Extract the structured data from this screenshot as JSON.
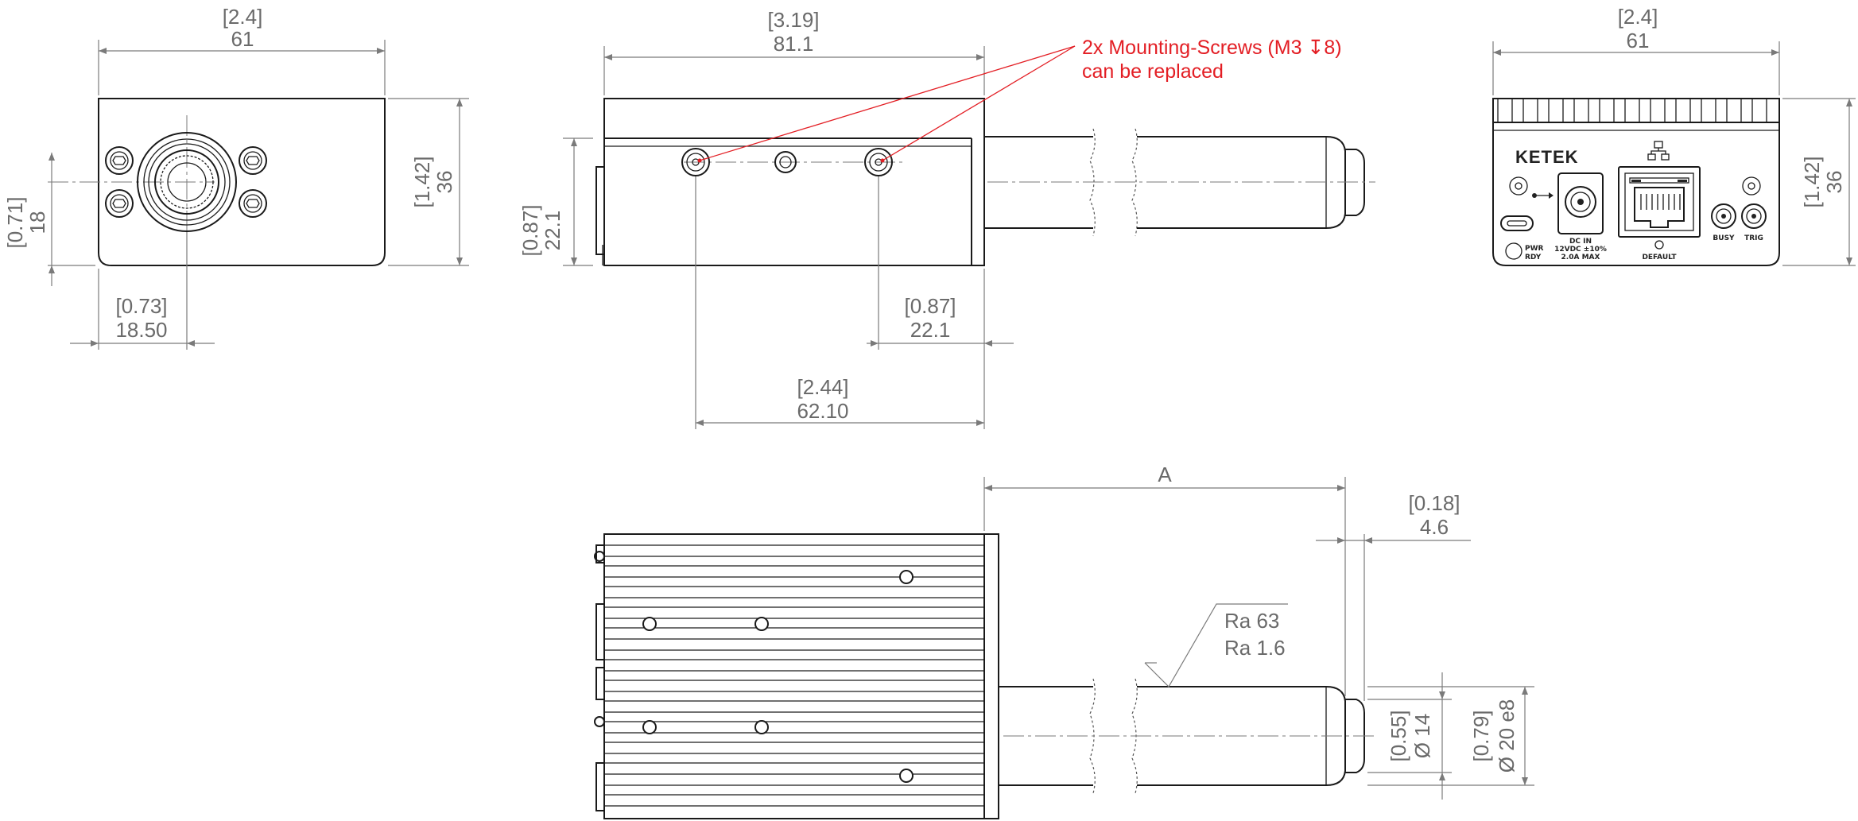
{
  "annotation": {
    "line1": "2x Mounting-Screws (M3 ↧8)",
    "line2": "can be replaced",
    "color": "#e31e24"
  },
  "dimensions": {
    "front_width_in": "[2.4]",
    "front_width_mm": "61",
    "front_height_in": "[1.42]",
    "front_height_mm": "36",
    "front_hole_v_in": "[0.71]",
    "front_hole_v_mm": "18",
    "front_hole_h_in": "[0.73]",
    "front_hole_h_mm": "18.50",
    "side_length_in": "[3.19]",
    "side_length_mm": "81.1",
    "side_height_in": "[0.87]",
    "side_height_mm": "22.1",
    "side_screw_in": "[0.87]",
    "side_screw_mm": "22.1",
    "side_screw_span_in": "[2.44]",
    "side_screw_span_mm": "62.10",
    "rear_width_in": "[2.4]",
    "rear_width_mm": "61",
    "rear_height_in": "[1.42]",
    "rear_height_mm": "36",
    "shaft_length": "A",
    "tip_length_in": "[0.18]",
    "tip_length_mm": "4.6",
    "roughness_1": "Ra 63",
    "roughness_2": "Ra 1.6",
    "tip_dia_in": "[0.55]",
    "tip_dia_mm": "Ø 14",
    "shaft_dia_in": "[0.79]",
    "shaft_dia_mm": "Ø 20 e8"
  },
  "rear_panel": {
    "brand": "KETEK",
    "dc_label_1": "DC IN",
    "dc_label_2": "12VDC ±10%",
    "dc_label_3": "2.0A MAX",
    "pwr_label_1": "PWR",
    "pwr_label_2": "RDY",
    "default_label": "DEFAULT",
    "busy_label": "BUSY",
    "trig_label": "TRIG",
    "usb_icon": "usb-icon",
    "network_icon": "network-icon"
  }
}
